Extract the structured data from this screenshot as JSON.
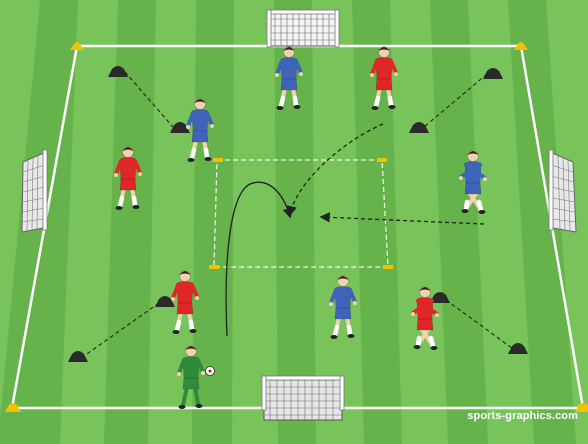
{
  "diagram": {
    "type": "soccer-training-drill",
    "watermark": "sports-graphics.com",
    "colors": {
      "grass_light": "#79c45a",
      "grass_dark": "#62b048",
      "lines": "#ffffff",
      "cone": "#2a2a2a",
      "corner_marker": "#f2c200",
      "team_red": "#e02626",
      "team_blue": "#3f63b8",
      "goalkeeper": "#2e8b3a",
      "arrow": "#222222"
    },
    "players": [
      {
        "team": "blue",
        "role": "outfield"
      },
      {
        "team": "red",
        "role": "outfield"
      },
      {
        "team": "blue",
        "role": "outfield"
      },
      {
        "team": "red",
        "role": "outfield"
      },
      {
        "team": "blue",
        "role": "outfield"
      },
      {
        "team": "red",
        "role": "outfield"
      },
      {
        "team": "blue",
        "role": "outfield"
      },
      {
        "team": "red",
        "role": "outfield"
      },
      {
        "team": "green",
        "role": "goalkeeper",
        "holding": "ball"
      }
    ],
    "goals": [
      "top-goal",
      "bottom-goal",
      "left-goal",
      "right-goal"
    ]
  }
}
